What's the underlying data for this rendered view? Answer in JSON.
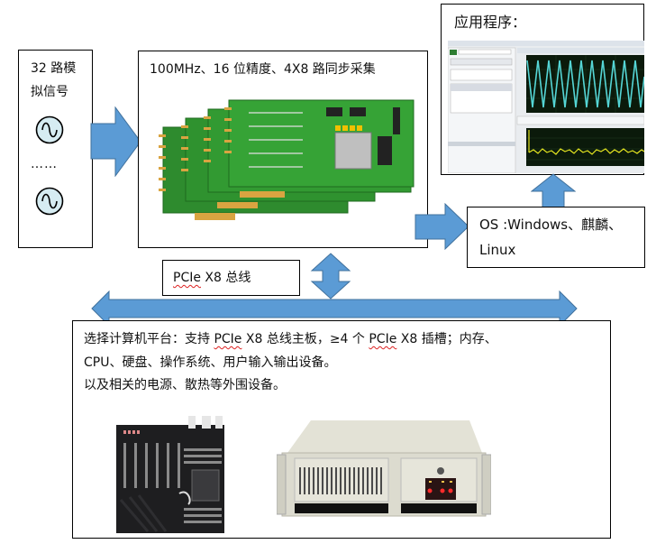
{
  "colors": {
    "arrow_fill": "#5b9bd5",
    "arrow_stroke": "#41719c",
    "border": "#000000",
    "signal_circle_fill": "#d6ecf2",
    "spellcheck_underline": "#d22222",
    "pcb_green": "#2f8a2f",
    "scope_bg": "#0b1a0b",
    "scope_trace_top": "#55d6d6",
    "scope_trace_bottom": "#e8e820"
  },
  "input_box": {
    "title_line1": "32 路模",
    "title_line2": "拟信号",
    "signal_icon": "sine-wave-source-icon",
    "ellipsis": "……"
  },
  "board_box": {
    "title": "100MHz、16 位精度、4X8 路同步采集",
    "image": "pcie-acquisition-cards-photo"
  },
  "app_box": {
    "title": "应用程序：",
    "image": "signal-analyzer-software-screenshot"
  },
  "os_box": {
    "line1": "OS :Windows、麒麟、",
    "line2": "Linux"
  },
  "pcie_box": {
    "label_part1": "PCIe",
    "label_part2": " X8 总线"
  },
  "platform_box": {
    "line1_a": "选择计算机平台：支持 ",
    "line1_b": "PCIe",
    "line1_c": " X8 总线主板，≥4 个 ",
    "line1_d": "PCIe",
    "line1_e": " X8 插槽；内存、",
    "line2": "CPU、硬盘、操作系统、用户输入输出设备。",
    "line3": "以及相关的电源、散热等外围设备。",
    "images": [
      "motherboard-photo",
      "rackmount-chassis-photo"
    ]
  }
}
